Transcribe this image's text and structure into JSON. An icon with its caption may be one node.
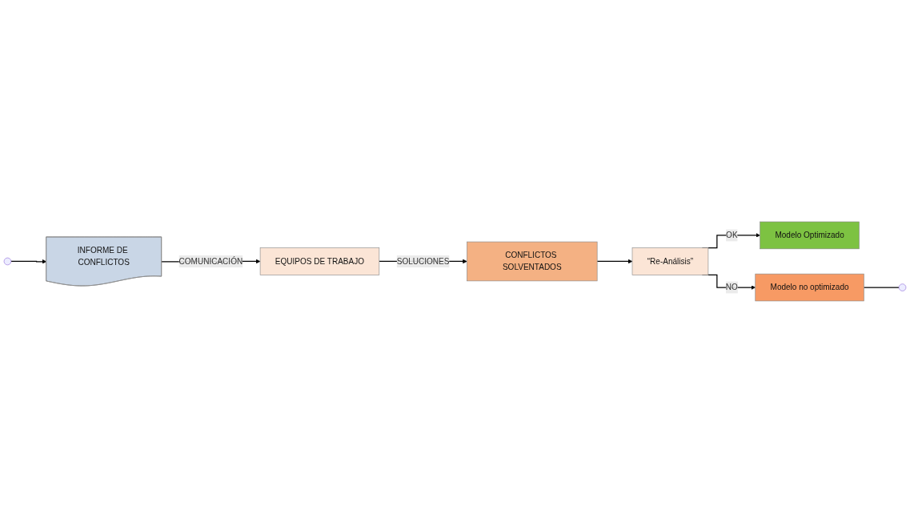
{
  "diagram": {
    "nodes": [
      {
        "text": [
          "EQUIPOS DE TRABAJO"
        ]
      },
      {
        "text": [
          "CONFLICTOS SOLVENTADOS"
        ]
      },
      {
        "text": [
          "INFORME DE CONFLICTOS"
        ]
      },
      {
        "text": [
          "“Re-Análisis”"
        ]
      },
      {
        "text": [
          "Modelo Optimizado"
        ]
      },
      {
        "text": [
          "Modelo no optimizado"
        ]
      }
    ],
    "edges": [
      {
        "from": 0,
        "to": 1,
        "arrow": "to",
        "label": "SOLUCIONES"
      },
      {
        "from": 2,
        "to": 0,
        "arrow": "to",
        "label": "COMUNICACIÓN"
      },
      {
        "from": null,
        "to": 2,
        "arrow": "to"
      },
      {
        "from": 1,
        "to": 3,
        "arrow": "to"
      },
      {
        "from": 3,
        "to": 4,
        "arrow": "to",
        "label": "OK"
      },
      {
        "from": 3,
        "to": 5,
        "arrow": "to",
        "label": "NO"
      },
      {
        "from": 5,
        "to": null,
        "arrow": "none"
      }
    ]
  }
}
